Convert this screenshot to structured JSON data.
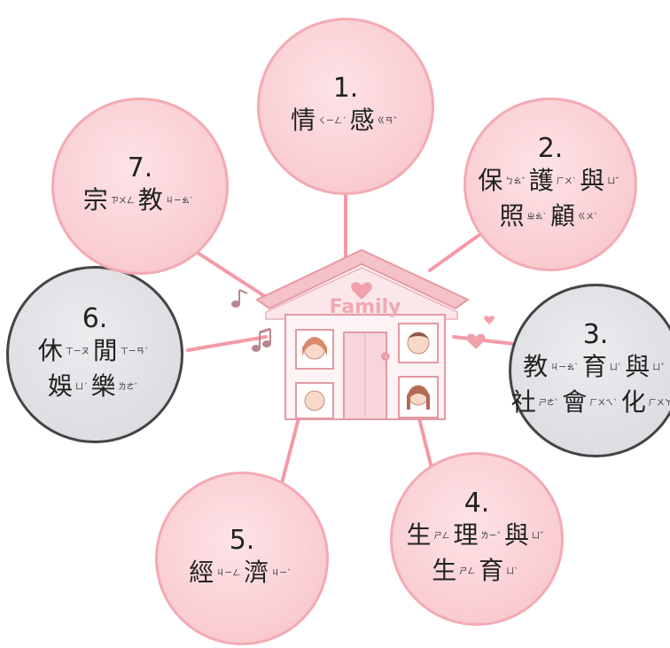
{
  "house": {
    "sign": "Family"
  },
  "nodes": [
    {
      "num": "1.",
      "line1": "情",
      "z1": "ㄑㄧㄥˊ",
      "line1b": "感",
      "z1b": "ㄍㄢˇ"
    },
    {
      "num": "2.",
      "line1": "保",
      "z1": "ㄅㄠˇ",
      "line1b": "護",
      "z1b": "ㄏㄨˋ",
      "line1c": "與",
      "z1c": "ㄩˇ",
      "line2": "照",
      "z2": "ㄓㄠˋ",
      "line2b": "顧",
      "z2b": "ㄍㄨˋ"
    },
    {
      "num": "3.",
      "line1": "教",
      "z1": "ㄐㄧㄠˋ",
      "line1b": "育",
      "z1b": "ㄩˋ",
      "line1c": "與",
      "z1c": "ㄩˇ",
      "line2": "社",
      "z2": "ㄕㄜˋ",
      "line2b": "會",
      "z2b": "ㄏㄨㄟˋ",
      "line2c": "化",
      "z2c": "ㄏㄨㄚˋ"
    },
    {
      "num": "4.",
      "line1": "生",
      "z1": "ㄕㄥ",
      "line1b": "理",
      "z1b": "ㄌㄧˇ",
      "line1c": "與",
      "z1c": "ㄩˇ",
      "line2": "生",
      "z2": "ㄕㄥ",
      "line2b": "育",
      "z2b": "ㄩˋ"
    },
    {
      "num": "5.",
      "line1": "經",
      "z1": "ㄐㄧㄥ",
      "line1b": "濟",
      "z1b": "ㄐㄧˋ"
    },
    {
      "num": "6.",
      "line1": "休",
      "z1": "ㄒㄧㄡ",
      "line1b": "閒",
      "z1b": "ㄒㄧㄢˊ",
      "line2": "娛",
      "z2": "ㄩˊ",
      "line2b": "樂",
      "z2b": "ㄌㄜˋ"
    },
    {
      "num": "7.",
      "line1": "宗",
      "z1": "ㄗㄨㄥ",
      "line1b": "教",
      "z1b": "ㄐㄧㄠˋ"
    }
  ],
  "colors": {
    "pink_fill": "#f9ccd2",
    "pink_border": "#f3aab4",
    "gray_fill": "#dcdde1",
    "gray_border": "#444444",
    "connector": "#f39aa6"
  }
}
